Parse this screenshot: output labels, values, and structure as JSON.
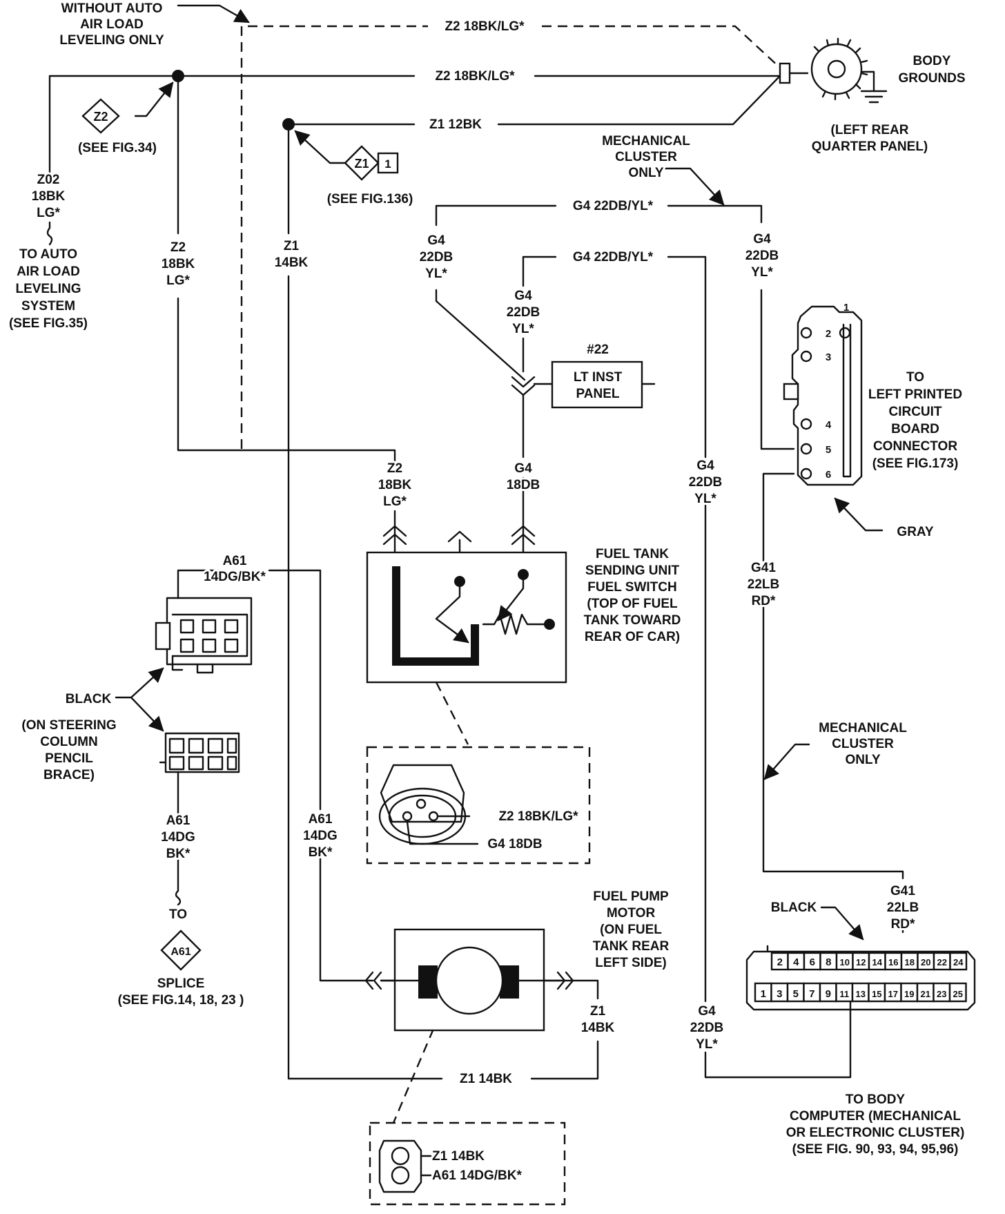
{
  "labels": {
    "without_auto": [
      "WITHOUT AUTO",
      "AIR LOAD",
      "LEVELING ONLY"
    ],
    "z2_dashed_top": "Z2 18BK/LG*",
    "z2_top": "Z2 18BK/LG*",
    "z1_top": "Z1 12BK",
    "body_grounds": [
      "BODY",
      "GROUNDS"
    ],
    "left_rear": [
      "(LEFT REAR",
      "QUARTER PANEL)"
    ],
    "z2_ref_symbol": "Z2",
    "see_fig34": "(SEE FIG.34)",
    "z1_ref_symbol": "Z1",
    "z1_ref_pin": "1",
    "see_fig136": "(SEE FIG.136)",
    "mech_cluster_top": [
      "MECHANICAL",
      "CLUSTER",
      "ONLY"
    ],
    "z02_wire": [
      "Z02",
      "18BK",
      "LG*"
    ],
    "to_auto_air": [
      "TO AUTO",
      "AIR LOAD",
      "LEVELING",
      "SYSTEM",
      "(SEE FIG.35)"
    ],
    "z2_vertical": [
      "Z2",
      "18BK",
      "LG*"
    ],
    "z1_vertical": [
      "Z1",
      "14BK"
    ],
    "g4_top_h": "G4 22DB/YL*",
    "g4_second_h": "G4 22DB/YL*",
    "g4_left_v": [
      "G4",
      "22DB",
      "YL*"
    ],
    "g4_mid_v": [
      "G4",
      "22DB",
      "YL*"
    ],
    "g4_right_v": [
      "G4",
      "22DB",
      "YL*"
    ],
    "lamp_number": "#22",
    "lt_inst_panel": [
      "LT INST",
      "PANEL"
    ],
    "pcb_pins": [
      "1",
      "2",
      "3",
      "4",
      "5",
      "6"
    ],
    "to_left_pcb": [
      "TO",
      "LEFT PRINTED",
      "CIRCUIT",
      "BOARD",
      "CONNECTOR",
      "(SEE FIG.173)"
    ],
    "gray": "GRAY",
    "z2_sender": [
      "Z2",
      "18BK",
      "LG*"
    ],
    "g4_sender": [
      "G4",
      "18DB"
    ],
    "g4_long": [
      "G4",
      "22DB",
      "YL*"
    ],
    "g41_upper": [
      "G41",
      "22LB",
      "RD*"
    ],
    "fuel_tank_sending": [
      "FUEL TANK",
      "SENDING UNIT",
      "FUEL SWITCH",
      "(TOP OF FUEL",
      "TANK TOWARD",
      "REAR OF CAR)"
    ],
    "a61_top": [
      "A61",
      "14DG/BK*"
    ],
    "black_conn": "BLACK",
    "steering": [
      "(ON STEERING",
      "COLUMN",
      "PENCIL",
      "BRACE)"
    ],
    "mech_cluster_mid": [
      "MECHANICAL",
      "CLUSTER",
      "ONLY"
    ],
    "sender_conn_z2": "Z2 18BK/LG*",
    "sender_conn_g4": "G4 18DB",
    "a61_lower_left": [
      "A61",
      "14DG",
      "BK*"
    ],
    "a61_mid": [
      "A61",
      "14DG",
      "BK*"
    ],
    "to_label": "TO",
    "a61_symbol": "A61",
    "splice": [
      "SPLICE",
      "(SEE FIG.14, 18, 23 )"
    ],
    "fuel_pump_motor": [
      "FUEL PUMP",
      "MOTOR",
      "(ON FUEL",
      "TANK REAR",
      "LEFT SIDE)"
    ],
    "g41_lower": [
      "G41",
      "22LB",
      "RD*"
    ],
    "black_bc": "BLACK",
    "bc_top_pins": [
      "2",
      "4",
      "6",
      "8",
      "10",
      "12",
      "14",
      "16",
      "18",
      "20",
      "22",
      "24"
    ],
    "bc_bottom_pins": [
      "1",
      "3",
      "5",
      "7",
      "9",
      "11",
      "13",
      "15",
      "17",
      "19",
      "21",
      "23",
      "25"
    ],
    "z1_motor": [
      "Z1",
      "14BK"
    ],
    "g4_bottom": [
      "G4",
      "22DB",
      "YL*"
    ],
    "z1_bottom": "Z1 14BK",
    "to_body_computer": [
      "TO BODY",
      "COMPUTER (MECHANICAL",
      "OR ELECTRONIC CLUSTER)",
      "(SEE FIG. 90, 93, 94, 95,96)"
    ],
    "pump_conn_z1": "Z1 14BK",
    "pump_conn_a61": "A61 14DG/BK*"
  }
}
